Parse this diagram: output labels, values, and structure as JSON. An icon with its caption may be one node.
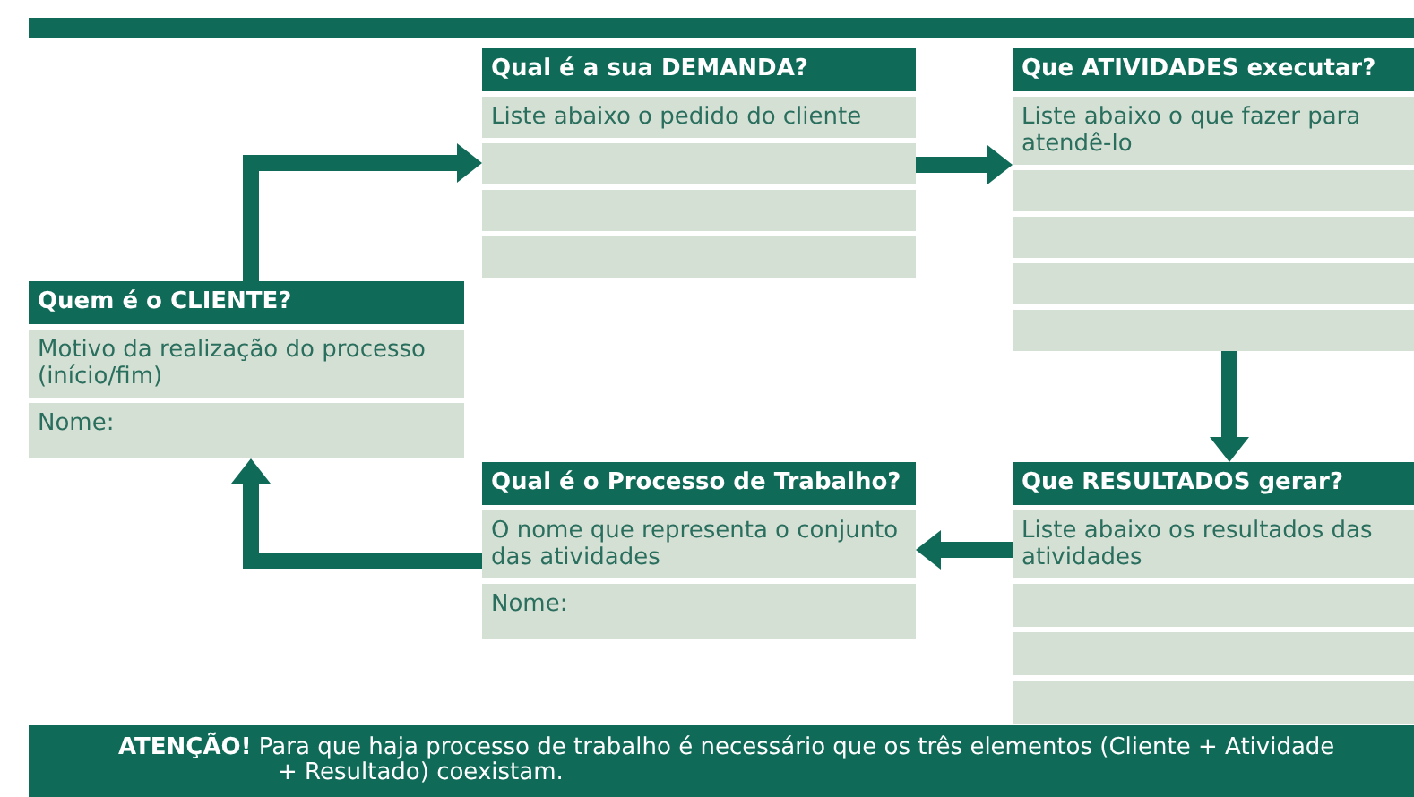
{
  "diagram": {
    "nodes": [
      {
        "text": [
          "Quem é o CLIENTE?",
          "Motivo da realização do processo (início/fim)",
          "Nome:"
        ]
      },
      {
        "text": [
          "Qual é a sua DEMANDA?",
          "Liste abaixo o pedido do cliente"
        ]
      },
      {
        "text": [
          "Que ATIVIDADES executar?",
          "Liste abaixo o que fazer para atendê-lo"
        ]
      },
      {
        "text": [
          "Que RESULTADOS gerar?",
          "Liste abaixo os resultados das atividades"
        ]
      },
      {
        "text": [
          "Qual é o Processo de Trabalho?",
          "O nome que representa o conjunto das atividades",
          "Nome:"
        ]
      }
    ],
    "edges": [
      {
        "from": 0,
        "to": 1,
        "arrow": "to"
      },
      {
        "from": 1,
        "to": 2,
        "arrow": "to"
      },
      {
        "from": 2,
        "to": 3,
        "arrow": "to"
      },
      {
        "from": 3,
        "to": 4,
        "arrow": "to"
      },
      {
        "from": 4,
        "to": 0,
        "arrow": "to"
      }
    ],
    "labels": [
      "**ATENÇÃO!** Para que haja processo de trabalho é necessário que os três elementos (Cliente + Atividade + Resultado) coexistam."
    ]
  }
}
